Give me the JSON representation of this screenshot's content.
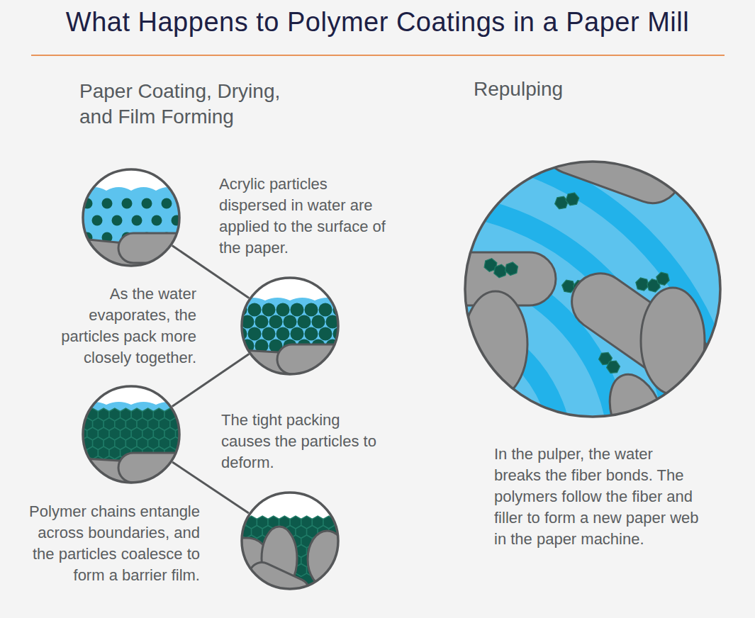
{
  "diagram": {
    "title": "What Happens to Polymer Coatings in a Paper Mill",
    "nodes": [
      {
        "text": [
          "Acrylic particles dispersed in water are applied to the surface of the paper."
        ]
      },
      {
        "text": [
          "As the water evaporates, the particles pack more closely together."
        ]
      },
      {
        "text": [
          "The tight packing causes the particles to deform."
        ]
      },
      {
        "text": [
          "Polymer chains entangle across boundaries, and the particles coalesce to form a barrier film."
        ]
      },
      {
        "text": [
          "In the pulper, the water breaks the fiber bonds. The polymers follow the fiber and filler to form a new paper web in the paper machine."
        ]
      }
    ],
    "edges": [
      {
        "from": 0,
        "to": 1,
        "arrow": "none"
      },
      {
        "from": 1,
        "to": 2,
        "arrow": "none"
      },
      {
        "from": 2,
        "to": 3,
        "arrow": "none"
      }
    ],
    "labels": [
      "Paper Coating, Drying, and Film Forming",
      "Repulping"
    ]
  }
}
